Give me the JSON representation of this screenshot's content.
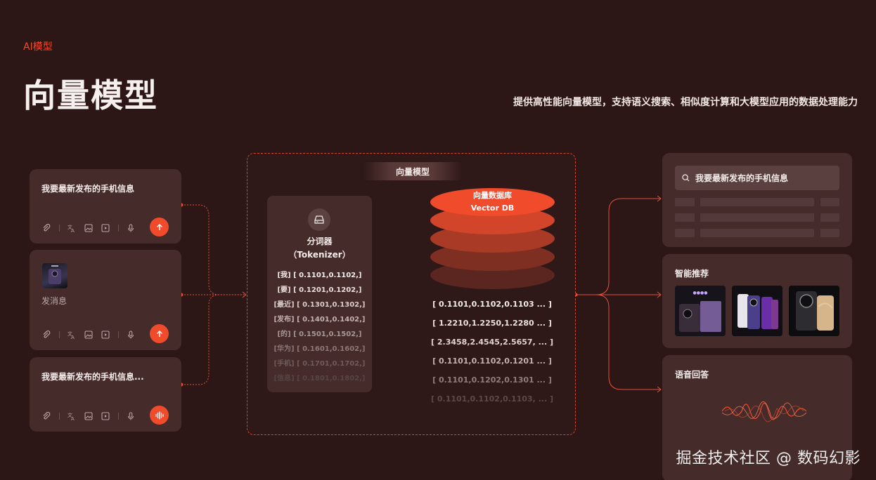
{
  "header": {
    "tag": "AI模型",
    "title": "向量模型",
    "subtitle": "提供高性能向量模型，支持语义搜索、相似度计算和大模型应用的数据处理能力"
  },
  "left_cards": [
    {
      "prompt": "我要最新发布的手机信息",
      "button": "send"
    },
    {
      "label": "发消息",
      "button": "send"
    },
    {
      "prompt": "我要最新发布的手机信息...",
      "button": "voice"
    }
  ],
  "center": {
    "title": "向量模型",
    "tokenizer": {
      "title_line1": "分词器",
      "title_line2": "（Tokenizer）",
      "rows": [
        {
          "text": "[我] [ 0.1101,0.1102,]",
          "color": "#f3ecea"
        },
        {
          "text": "[要] [ 0.1201,0.1202,]",
          "color": "#ece0de"
        },
        {
          "text": "[最近] [ 0.1301,0.1302,]",
          "color": "#dccdcb"
        },
        {
          "text": "[发布] [ 0.1401,0.1402,]",
          "color": "#c4b2b0"
        },
        {
          "text": "[的] [ 0.1501,0.1502,]",
          "color": "#a89694"
        },
        {
          "text": "[华为] [ 0.1601,0.1602,]",
          "color": "#8c7877"
        },
        {
          "text": "[手机] [ 0.1701,0.1702,]",
          "color": "#6e5b5a"
        },
        {
          "text": "[信息] [ 0.1801,0.1802,]",
          "color": "#574544"
        }
      ]
    },
    "vector_db": {
      "label_line1": "向量数据库",
      "label_line2": "Vector DB"
    },
    "vectors": [
      {
        "text": "[ 0.1101,0.1102,0.1103 ... ]",
        "color": "#f3ecea"
      },
      {
        "text": "[ 1.2210,1.2250,1.2280 ... ]",
        "color": "#ede3e1"
      },
      {
        "text": "[ 2.3458,2.4545,2.5657, ... ]",
        "color": "#e0d3d1"
      },
      {
        "text": "[ 0.1101,0.1102,0.1201 ... ]",
        "color": "#c3b1af"
      },
      {
        "text": "[ 0.1101,0.1202,0.1301 ... ]",
        "color": "#8f7d7c"
      },
      {
        "text": "[ 0.1101,0.1102,0.1103, ... ]",
        "color": "#5c4948"
      }
    ]
  },
  "right": {
    "search": {
      "text": "我要最新发布的手机信息",
      "icon": "search-icon"
    },
    "recommend": {
      "title": "智能推荐"
    },
    "voice": {
      "title": "语音回答"
    }
  },
  "colors": {
    "background": "#2d1616",
    "accent": "#f04b2b",
    "card": "#452b2a"
  },
  "watermark": "掘金技术社区 @ 数码幻影"
}
